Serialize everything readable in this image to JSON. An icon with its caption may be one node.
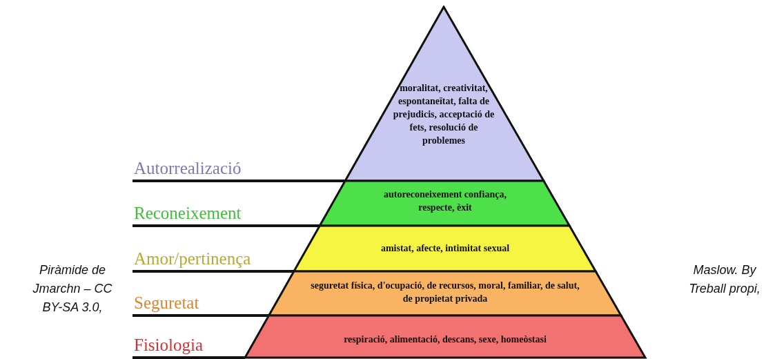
{
  "diagram": {
    "nodes": [
      {
        "text": [
          "Autorrealizació",
          "moralitat, creativitat, espontaneïtat, falta de prejudicis, acceptació de fets, resolució de problemes"
        ]
      },
      {
        "text": [
          "Reconeixement",
          "autoreconeixement confiança, respecte, èxit"
        ]
      },
      {
        "text": [
          "Amor/pertinença",
          "amistat, afecte, intimitat sexual"
        ]
      },
      {
        "text": [
          "Seguretat",
          "seguretat física, d'ocupació, de recursos, moral, familiar, de salut, de propietat privada"
        ]
      },
      {
        "text": [
          "Fisiologia",
          "respiració, alimentació, descans, sexe, homeòstasi"
        ]
      }
    ],
    "labels": [
      "Piràmide de Jmarchn – CC BY-SA 3.0,",
      "Maslow. By Treball propi,"
    ]
  }
}
